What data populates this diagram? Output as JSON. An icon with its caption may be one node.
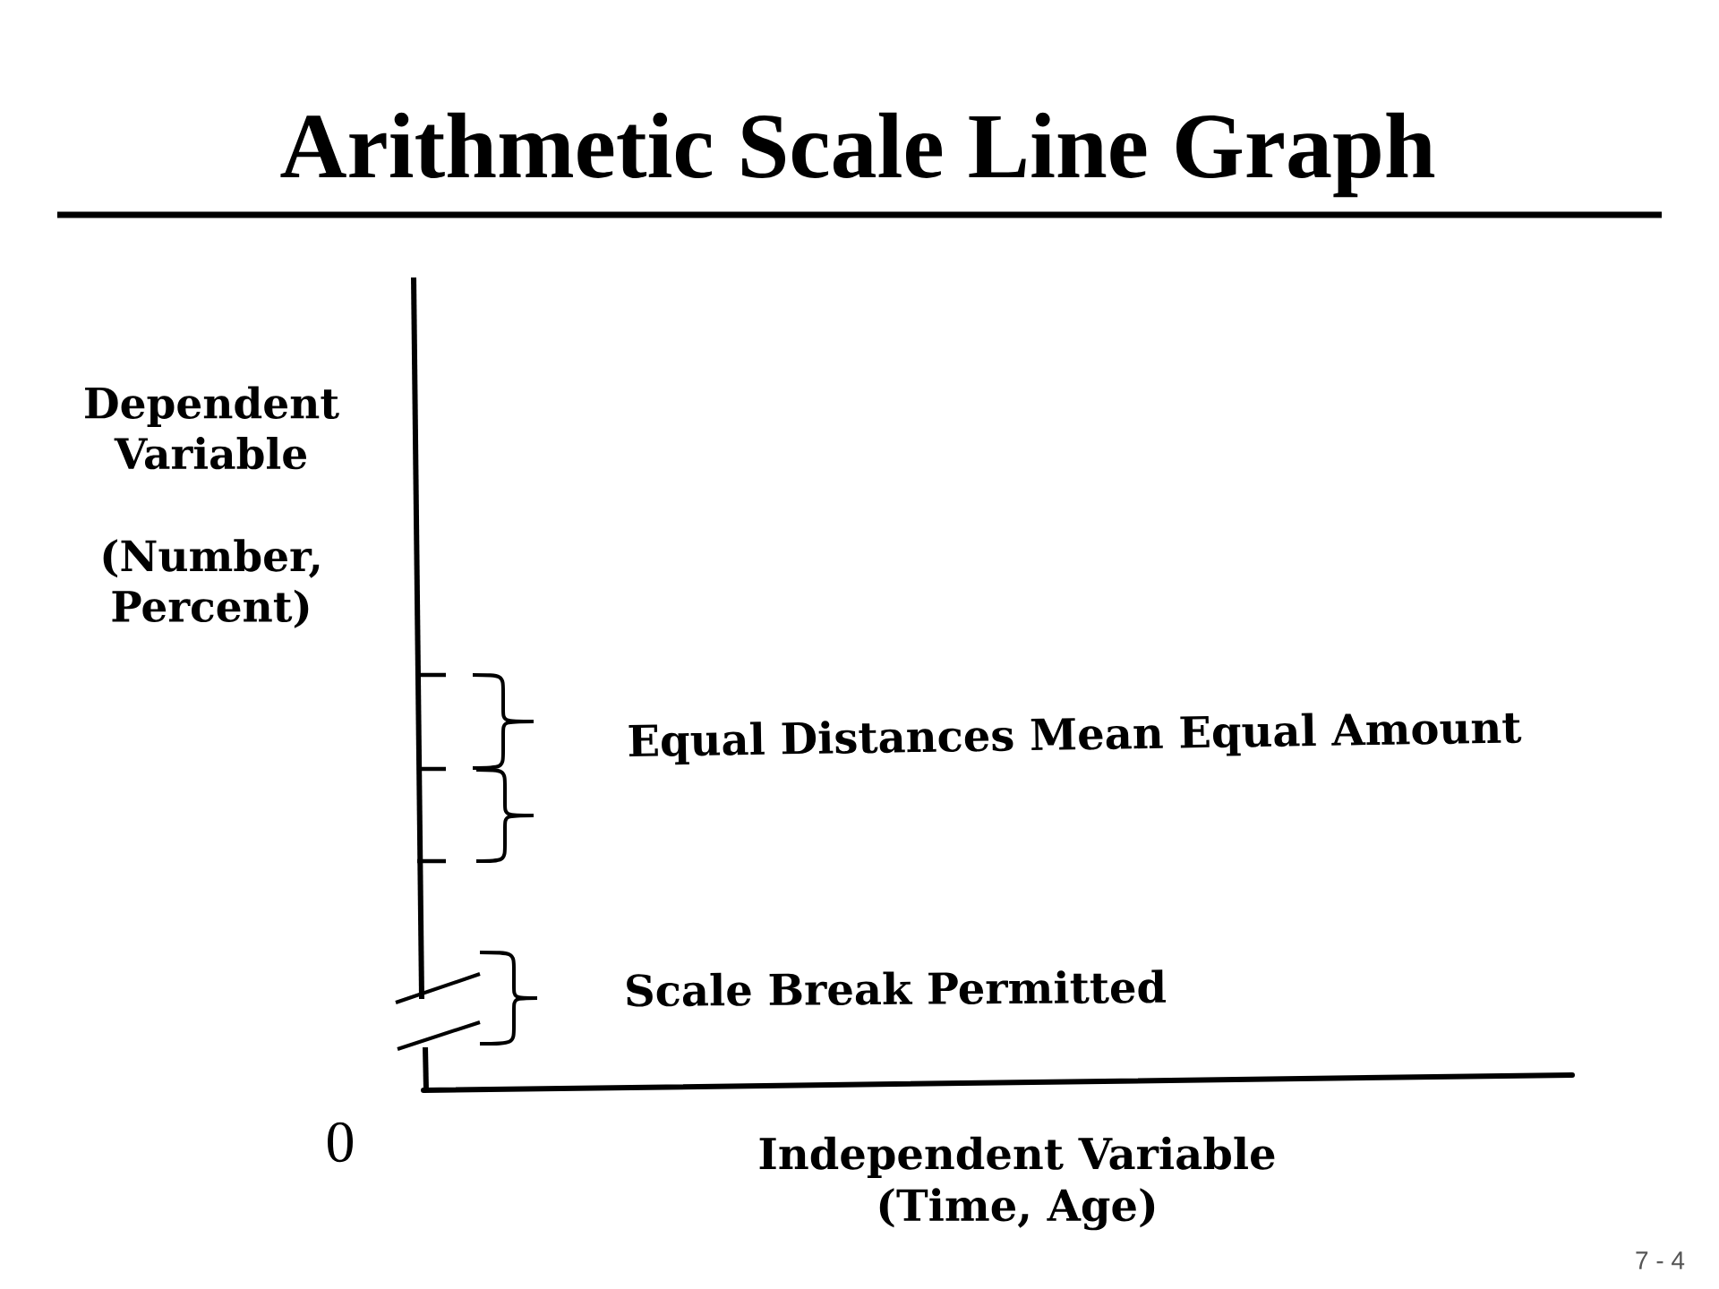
{
  "diagram": {
    "title": "Arithmetic Scale Line Graph",
    "labels": [
      "Dependent Variable",
      "(Number, Percent)",
      "Equal Distances Mean Equal Amount",
      "Scale Break Permitted",
      "0",
      "Independent Variable (Time, Age)",
      "7 - 4"
    ]
  }
}
